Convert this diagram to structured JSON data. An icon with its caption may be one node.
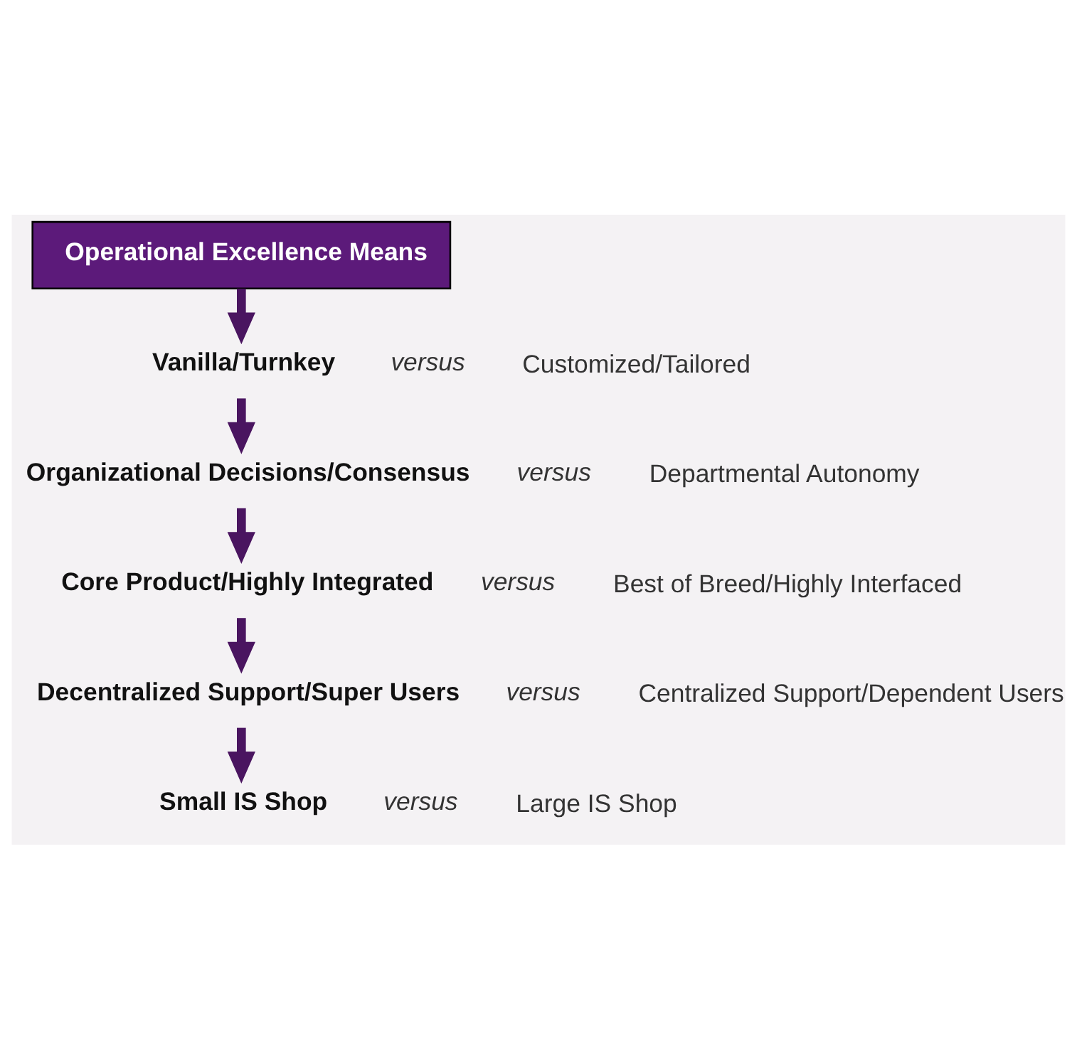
{
  "diagram": {
    "nodes": [
      {
        "text": [
          "Operational Excellence Means"
        ]
      },
      {
        "text": [
          "Vanilla/Turnkey"
        ],
        "beside": [
          "versus",
          "Customized/Tailored"
        ]
      },
      {
        "text": [
          "Organizational Decisions/Consensus"
        ],
        "beside": [
          "versus",
          "Departmental Autonomy"
        ]
      },
      {
        "text": [
          "Core Product/Highly Integrated"
        ],
        "beside": [
          "versus",
          "Best of Breed/Highly Interfaced"
        ]
      },
      {
        "text": [
          "Decentralized Support/Super Users"
        ],
        "beside": [
          "versus",
          "Centralized Support/Dependent Users"
        ]
      },
      {
        "text": [
          "Small IS Shop"
        ],
        "beside": [
          "versus",
          "Large IS Shop"
        ]
      }
    ],
    "edges": [
      {
        "from": 0,
        "to": 1,
        "arrow": "to"
      },
      {
        "from": 1,
        "to": 2,
        "arrow": "to"
      },
      {
        "from": 2,
        "to": 3,
        "arrow": "to"
      },
      {
        "from": 3,
        "to": 4,
        "arrow": "to"
      },
      {
        "from": 4,
        "to": 5,
        "arrow": "to"
      }
    ]
  }
}
